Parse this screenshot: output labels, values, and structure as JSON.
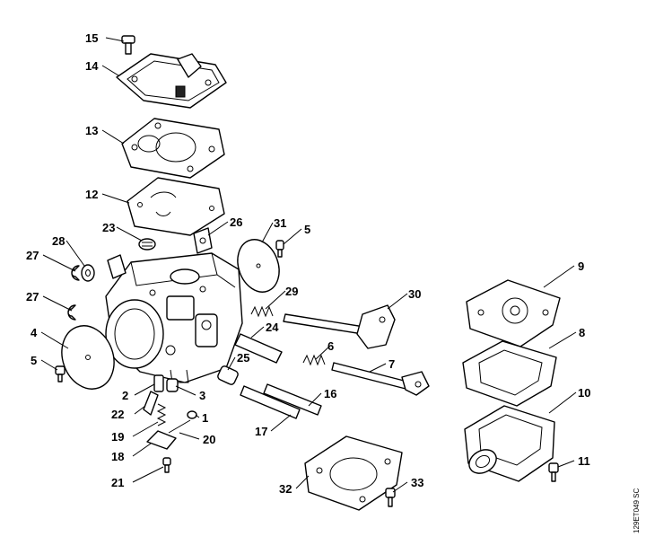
{
  "drawing_code": "129ET049 SC",
  "callouts": [
    {
      "n": "15"
    },
    {
      "n": "14"
    },
    {
      "n": "13"
    },
    {
      "n": "12"
    },
    {
      "n": "23"
    },
    {
      "n": "26"
    },
    {
      "n": "31"
    },
    {
      "n": "5"
    },
    {
      "n": "28"
    },
    {
      "n": "27"
    },
    {
      "n": "27"
    },
    {
      "n": "29"
    },
    {
      "n": "30"
    },
    {
      "n": "9"
    },
    {
      "n": "4"
    },
    {
      "n": "24"
    },
    {
      "n": "6"
    },
    {
      "n": "8"
    },
    {
      "n": "5"
    },
    {
      "n": "25"
    },
    {
      "n": "7"
    },
    {
      "n": "2"
    },
    {
      "n": "3"
    },
    {
      "n": "16"
    },
    {
      "n": "10"
    },
    {
      "n": "22"
    },
    {
      "n": "1"
    },
    {
      "n": "17"
    },
    {
      "n": "19"
    },
    {
      "n": "20"
    },
    {
      "n": "18"
    },
    {
      "n": "11"
    },
    {
      "n": "21"
    },
    {
      "n": "32"
    },
    {
      "n": "33"
    }
  ]
}
